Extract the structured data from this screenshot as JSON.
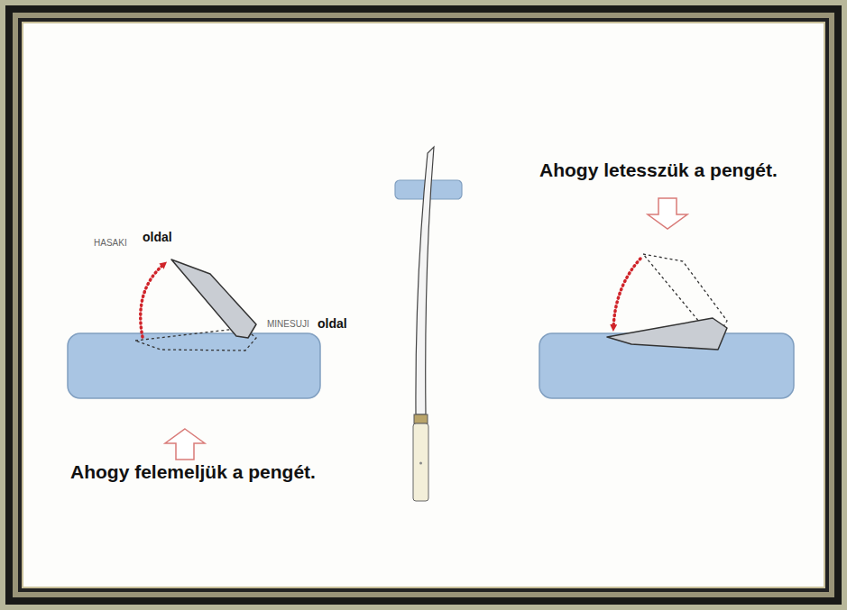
{
  "diagram": {
    "labels": [
      "Ahogy letesszük a pengét.",
      "HASAKI",
      "oldal",
      "MINESUJI",
      "oldal",
      "Ahogy felemeljük a pengét."
    ]
  }
}
